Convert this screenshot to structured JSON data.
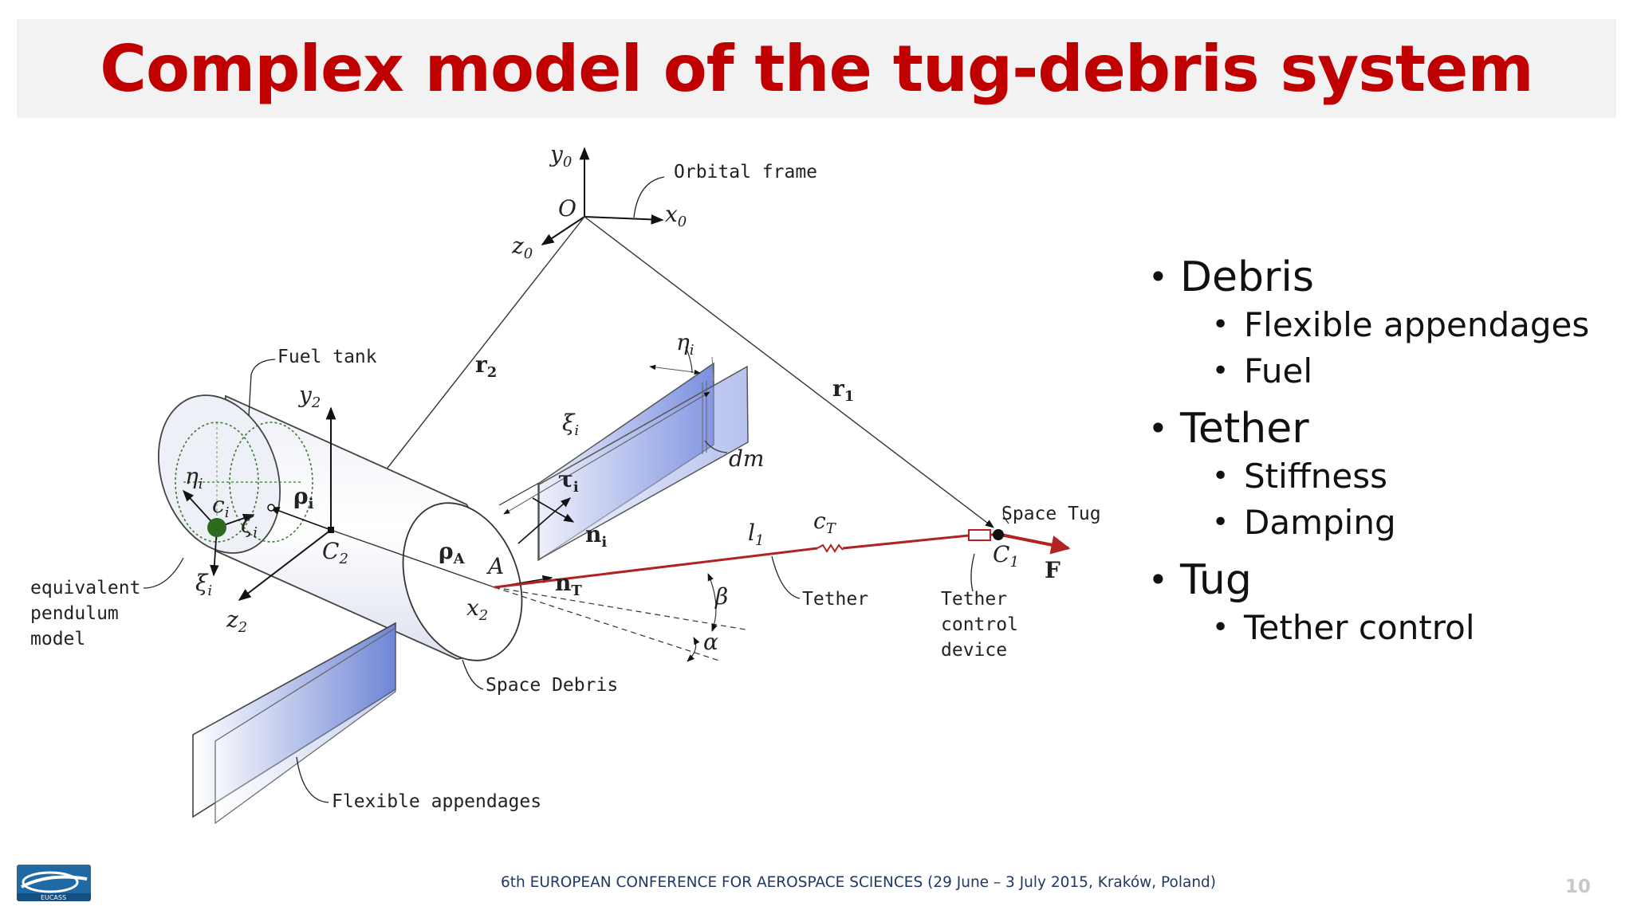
{
  "slide": {
    "title": "Complex model of the tug-debris system",
    "footer": "6th EUROPEAN CONFERENCE FOR AEROSPACE SCIENCES  (29 June – 3 July 2015, Kraków, Poland)",
    "page_number": "10",
    "logo_text": "EUCASS",
    "title_color": "#c00000",
    "tether_color": "#b22222"
  },
  "bullets": [
    {
      "label": "Debris",
      "children": [
        "Flexible appendages",
        "Fuel"
      ]
    },
    {
      "label": "Tether",
      "children": [
        "Stiffness",
        "Damping"
      ]
    },
    {
      "label": "Tug",
      "children": [
        "Tether control"
      ]
    }
  ],
  "diagram": {
    "labels": {
      "orbital_frame": "Orbital frame",
      "fuel_tank": "Fuel tank",
      "equivalent_pendulum_1": "equivalent",
      "equivalent_pendulum_2": "pendulum",
      "equivalent_pendulum_3": "model",
      "space_debris": "Space Debris",
      "flexible_appendages": "Flexible appendages",
      "tether": "Tether",
      "tether_control_1": "Tether",
      "tether_control_2": "control",
      "tether_control_3": "device",
      "space_tug": "Space Tug"
    },
    "symbols": {
      "y0": "y",
      "y0_sub": "0",
      "x0": "x",
      "x0_sub": "0",
      "z0": "z",
      "z0_sub": "0",
      "O": "O",
      "r2": "r",
      "r2_sub": "2",
      "r1": "r",
      "r1_sub": "1",
      "eta_i_top": "η",
      "eta_i_top_sub": "i",
      "xi_i_top": "ξ",
      "xi_i_top_sub": "i",
      "dm": "dm",
      "tau_i": "τ",
      "tau_i_sub": "i",
      "n_i": "n",
      "n_i_sub": "i",
      "y2": "y",
      "y2_sub": "2",
      "eta_i": "η",
      "eta_i_sub": "i",
      "c_i": "c",
      "c_i_sub": "i",
      "zeta_i": "ζ",
      "zeta_i_sub": "i",
      "rho_i": "ρ",
      "rho_i_sub": "i",
      "C2": "C",
      "C2_sub": "2",
      "rho_A": "ρ",
      "rho_A_sub": "A",
      "A": "A",
      "xi_i": "ξ",
      "xi_i_sub": "i",
      "z2": "z",
      "z2_sub": "2",
      "x2": "x",
      "x2_sub": "2",
      "n_T": "n",
      "n_T_sub": "T",
      "l1": "l",
      "l1_sub": "1",
      "c_T": "c",
      "c_T_sub": "T",
      "beta": "β",
      "alpha": "α",
      "C1": "C",
      "C1_sub": "1",
      "F": "F"
    }
  }
}
